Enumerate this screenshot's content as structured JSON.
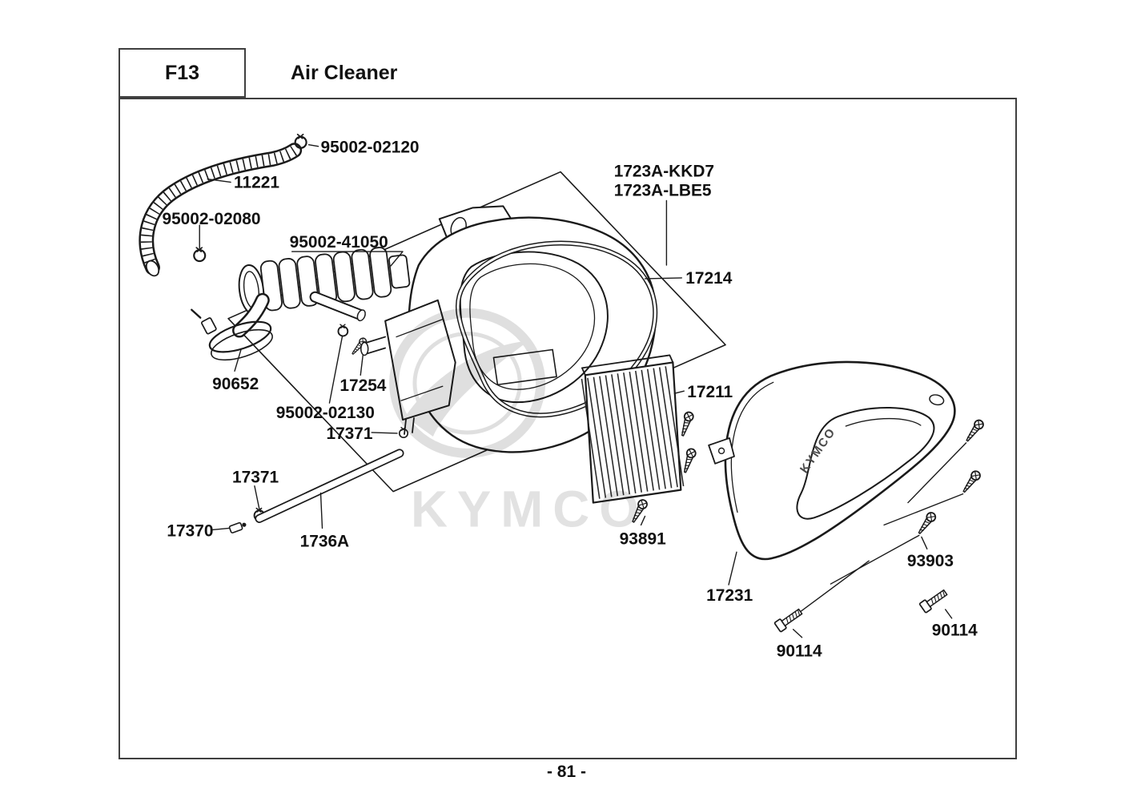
{
  "header": {
    "code": "F13",
    "title": "Air Cleaner"
  },
  "footer": {
    "page_number": "- 81 -"
  },
  "watermark": {
    "text": "KYMCO"
  },
  "cover": {
    "logo_text": "KYMCO"
  },
  "colors": {
    "line": "#1a1a1a",
    "frame": "#3f3f3f",
    "watermark": "#c6c6c6",
    "background": "#ffffff"
  },
  "labels": [
    {
      "part": "95002-02120"
    },
    {
      "part": "11221"
    },
    {
      "part": "95002-02080"
    },
    {
      "part": "95002-41050"
    },
    {
      "part": "1723A-KKD7"
    },
    {
      "part": "1723A-LBE5"
    },
    {
      "part": "17214"
    },
    {
      "part": "90652"
    },
    {
      "part": "17254"
    },
    {
      "part": "95002-02130"
    },
    {
      "part": "17371"
    },
    {
      "part": "17211"
    },
    {
      "part": "17371"
    },
    {
      "part": "17370"
    },
    {
      "part": "1736A"
    },
    {
      "part": "93891"
    },
    {
      "part": "17231"
    },
    {
      "part": "90114"
    },
    {
      "part": "93903"
    },
    {
      "part": "90114"
    }
  ]
}
